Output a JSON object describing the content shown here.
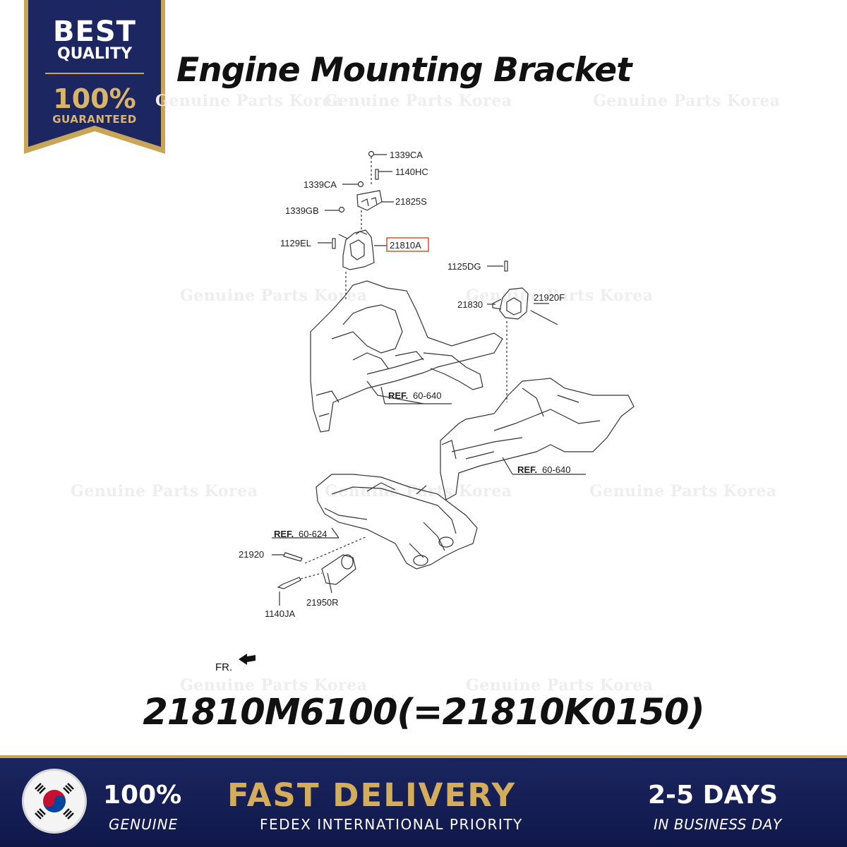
{
  "badge": {
    "line1": "BEST",
    "line2": "QUALITY",
    "line3": "100%",
    "line4": "GUARANTEED"
  },
  "title": "Engine Mounting Bracket",
  "watermark_text": "Genuine Parts Korea",
  "diagram": {
    "labels": {
      "p1339ca_top": "1339CA",
      "p1140hc": "1140HC",
      "p1339ca_left": "1339CA",
      "p21825s": "21825S",
      "p1339gb": "1339GB",
      "p1129el": "1129EL",
      "p21810a": "21810A",
      "p1125dg": "1125DG",
      "p21830": "21830",
      "p21920f": "21920F",
      "ref1_bold": "REF.",
      "ref1_num": "60-640",
      "ref2_bold": "REF.",
      "ref2_num": "60-640",
      "ref3_bold": "REF.",
      "ref3_num": "60-624",
      "p21920": "21920",
      "p21950r": "21950R",
      "p1140ja": "1140JA"
    },
    "highlighted_part": "21810A",
    "highlight_color": "#d9532c"
  },
  "front_label": "FR.",
  "part_number": "21810M6100(=21810K0150)",
  "footer": {
    "genuine_pct": "100%",
    "genuine_label": "GENUINE",
    "fast_delivery": "FAST DELIVERY",
    "shipping_method": "FEDEX INTERNATIONAL PRIORITY",
    "days": "2-5 DAYS",
    "days_label": "IN BUSINESS DAY",
    "accent_color": "#d4ad5c",
    "background_color": "#1b2660"
  }
}
